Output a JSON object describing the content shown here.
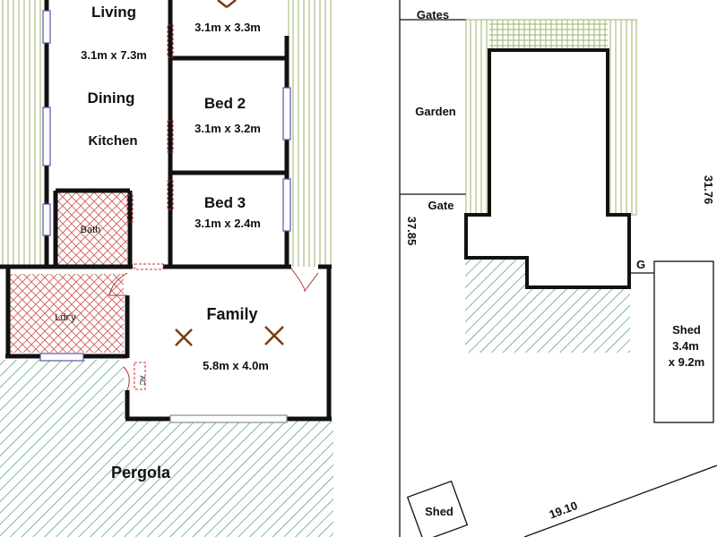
{
  "floorplan": {
    "rooms": {
      "living": {
        "name": "Living",
        "size": "3.1m x 7.3m"
      },
      "dining": {
        "name": "Dining"
      },
      "kitchen": {
        "name": "Kitchen"
      },
      "bed1": {
        "size": "3.1m x 3.3m"
      },
      "bed2": {
        "name": "Bed 2",
        "size": "3.1m x 3.2m"
      },
      "bed3": {
        "name": "Bed 3",
        "size": "3.1m x 2.4m"
      },
      "bath": {
        "name": "Bath"
      },
      "laundry": {
        "name": "Ldr'y"
      },
      "family": {
        "name": "Family",
        "size": "5.8m x 4.0m"
      },
      "pergola": {
        "name": "Pergola"
      },
      "wc_tag": {
        "name": "AC"
      }
    }
  },
  "siteplan": {
    "gates": "Gates",
    "gate": "Gate",
    "garden": "Garden",
    "g_marker": "G",
    "shed_large": {
      "name": "Shed",
      "size_line1": "3.4m",
      "size_line2": "x 9.2m"
    },
    "shed_small": {
      "name": "Shed"
    },
    "dim_left": "37.85",
    "dim_right": "31.76",
    "dim_bottom": "19.10"
  },
  "colors": {
    "wall": "#111111",
    "hatch_green": "#2e8b57",
    "hatch_red": "#cc3333",
    "deck_green": "#9bb36a",
    "window": "#6666aa",
    "door_red": "#cc3333",
    "fan": "#8b4513"
  }
}
